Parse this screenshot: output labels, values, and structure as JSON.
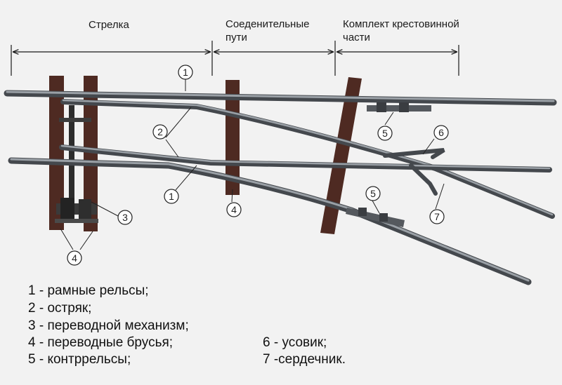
{
  "sections": {
    "switch": "Стрелка",
    "connecting": "Соеденительные\nпути",
    "crossing": "Комплект крестовинной\nчасти"
  },
  "callouts": [
    "1",
    "2",
    "2",
    "1",
    "3",
    "4",
    "4",
    "5",
    "6",
    "5",
    "7"
  ],
  "legend": [
    "1 - рамные рельсы;",
    "2 - остряк;",
    "3 - переводной механизм;",
    "4 - переводные брусья;",
    "5 - контррельсы;",
    "6 - усовик;",
    "7 -сердечник."
  ],
  "colors": {
    "rail": "#6d737a",
    "rail_dark": "#44484d",
    "rail_light": "#9aa0a6",
    "sleeper": "#4e2a22",
    "dimension": "#1a1a1a"
  }
}
